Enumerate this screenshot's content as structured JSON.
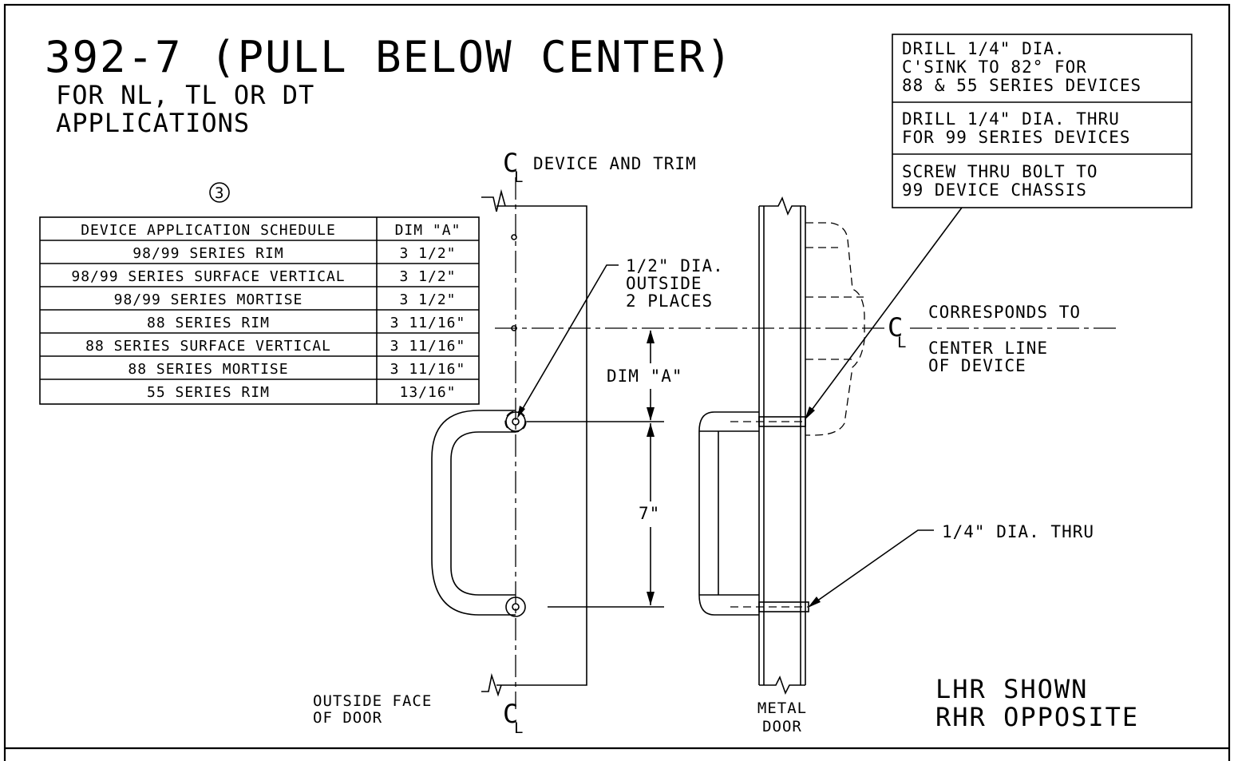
{
  "title": "392-7 (PULL BELOW CENTER)",
  "subtitle_line1": "FOR NL, TL OR DT",
  "subtitle_line2": "APPLICATIONS",
  "callout_number": "3",
  "schedule": {
    "header_device": "DEVICE APPLICATION SCHEDULE",
    "header_dim": "DIM \"A\"",
    "rows": [
      {
        "device": "98/99 SERIES RIM",
        "dim": "3 1/2\""
      },
      {
        "device": "98/99 SERIES SURFACE VERTICAL",
        "dim": "3 1/2\""
      },
      {
        "device": "98/99 SERIES MORTISE",
        "dim": "3 1/2\""
      },
      {
        "device": "88 SERIES RIM",
        "dim": "3 11/16\""
      },
      {
        "device": "88 SERIES SURFACE VERTICAL",
        "dim": "3 11/16\""
      },
      {
        "device": "88 SERIES MORTISE",
        "dim": "3 11/16\""
      },
      {
        "device": "55 SERIES RIM",
        "dim": "13/16\""
      }
    ]
  },
  "notes_box": [
    [
      "DRILL 1/4\" DIA.",
      "C'SINK TO 82° FOR",
      "88 & 55 SERIES DEVICES"
    ],
    [
      "DRILL 1/4\" DIA. THRU",
      "FOR 99 SERIES DEVICES"
    ],
    [
      "SCREW THRU BOLT TO",
      "99 DEVICE CHASSIS"
    ]
  ],
  "labels": {
    "cl_symbol_top": "C",
    "cl_symbol_sub": "L",
    "device_and_trim": "DEVICE AND TRIM",
    "hole_note_1": "1/2\" DIA.",
    "hole_note_2": "OUTSIDE",
    "hole_note_3": "2 PLACES",
    "dim_a": "DIM \"A\"",
    "dim_7": "7\"",
    "corresponds_to": "CORRESPONDS TO",
    "center_line_1": "CENTER LINE",
    "center_line_2": "OF DEVICE",
    "thru_note": "1/4\" DIA. THRU",
    "outside_face_1": "OUTSIDE FACE",
    "outside_face_2": "OF DOOR",
    "metal_door_1": "METAL",
    "metal_door_2": "DOOR",
    "lhr_shown": "LHR SHOWN",
    "rhr_opposite": "RHR OPPOSITE"
  }
}
